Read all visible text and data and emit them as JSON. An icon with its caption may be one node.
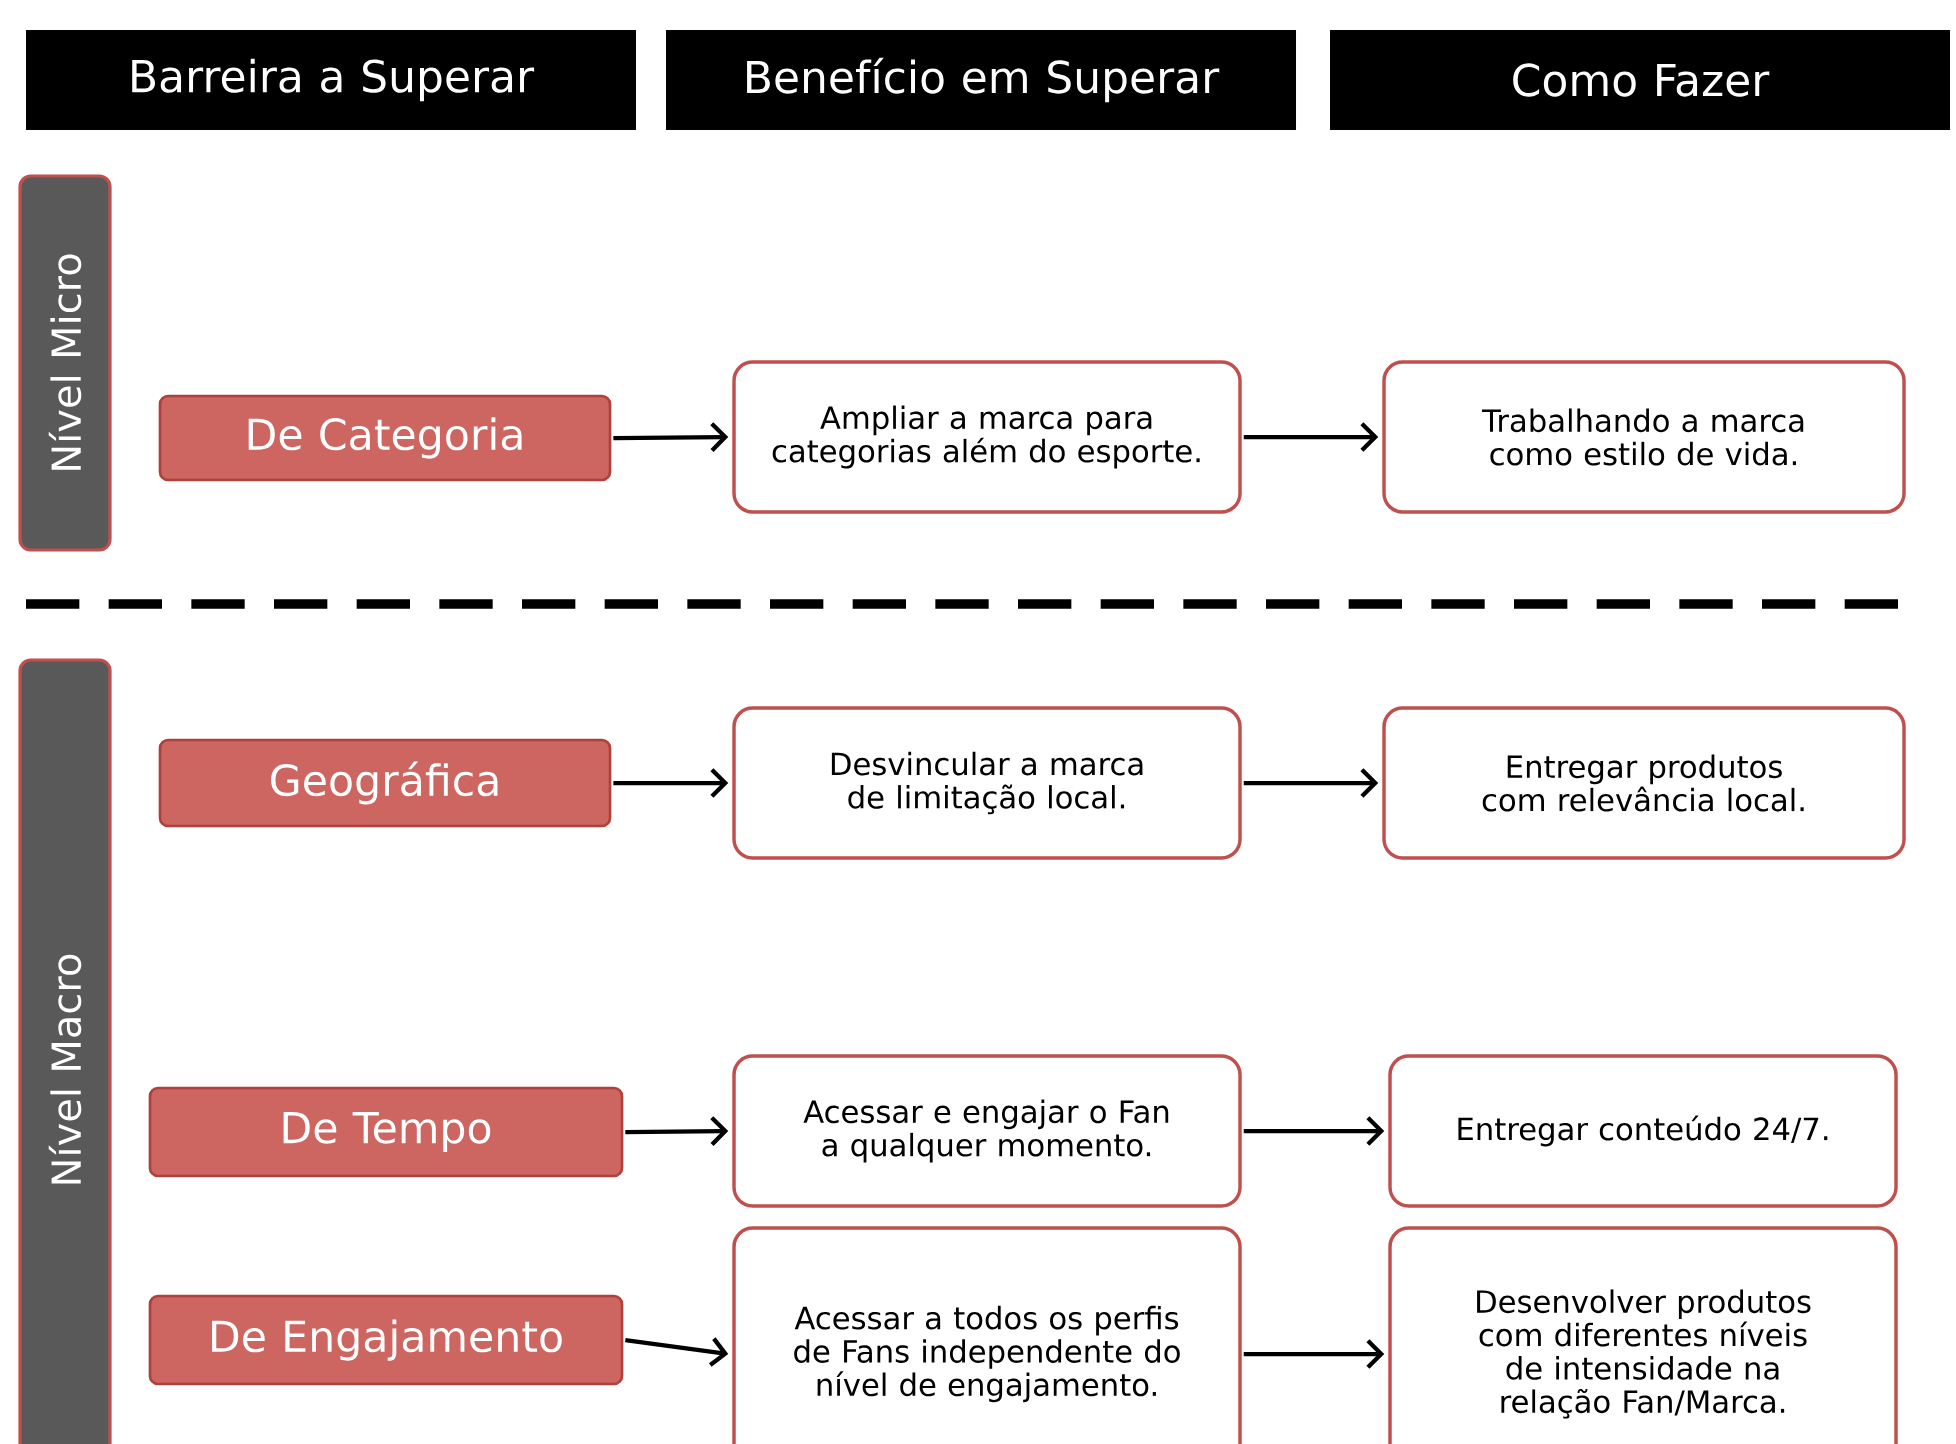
{
  "diagram": {
    "nodes": [
      {
        "text": [
          "Barreira a Superar"
        ]
      },
      {
        "text": [
          "Benefício em Superar"
        ]
      },
      {
        "text": [
          "Como Fazer"
        ]
      },
      {
        "text": [
          "Nível Micro"
        ]
      },
      {
        "text": [
          "Nível Macro"
        ]
      },
      {
        "text": [
          "De Categoria"
        ]
      },
      {
        "text": [
          "Ampliar a marca para categorias além do esporte."
        ]
      },
      {
        "text": [
          "Trabalhando a marca como estilo de vida."
        ]
      },
      {
        "text": [
          "Geográfica"
        ]
      },
      {
        "text": [
          "Desvincular a marca de limitação local."
        ]
      },
      {
        "text": [
          "Entregar produtos com relevância local."
        ]
      },
      {
        "text": [
          "De Tempo"
        ]
      },
      {
        "text": [
          "Acessar e engajar o Fan a qualquer momento."
        ]
      },
      {
        "text": [
          "Entregar conteúdo 24/7."
        ]
      },
      {
        "text": [
          "De Engajamento"
        ]
      },
      {
        "text": [
          "Acessar a todos os perfis de Fans independente do nível de engajamento."
        ]
      },
      {
        "text": [
          "Desenvolver produtos com diferentes níveis de intensidade na relação Fan/Marca."
        ]
      }
    ],
    "edges": [
      {
        "from": 5,
        "to": 6,
        "arrow": "to"
      },
      {
        "from": 6,
        "to": 7,
        "arrow": "to"
      },
      {
        "from": 8,
        "to": 9,
        "arrow": "to"
      },
      {
        "from": 9,
        "to": 10,
        "arrow": "to"
      },
      {
        "from": 11,
        "to": 12,
        "arrow": "to"
      },
      {
        "from": 12,
        "to": 13,
        "arrow": "to"
      },
      {
        "from": 14,
        "to": 15,
        "arrow": "to"
      },
      {
        "from": 15,
        "to": 16,
        "arrow": "to"
      }
    ]
  }
}
